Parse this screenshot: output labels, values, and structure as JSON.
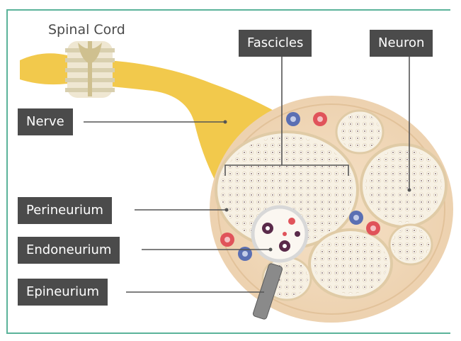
{
  "labels": {
    "spinal_cord": "Spinal Cord",
    "fascicles": "Fascicles",
    "neuron": "Neuron",
    "nerve": "Nerve",
    "perineurium": "Perineurium",
    "endoneurium": "Endoneurium",
    "epineurium": "Epineurium"
  },
  "colors": {
    "frame": "#5bb39a",
    "label_bg": "#4b4b4b",
    "nerve_yellow": "#f2c94c",
    "tissue": "#f3dcc0",
    "fascicle": "#f7f1e4",
    "blood_red": "#e0535a",
    "blood_blue": "#5b6fb3"
  }
}
